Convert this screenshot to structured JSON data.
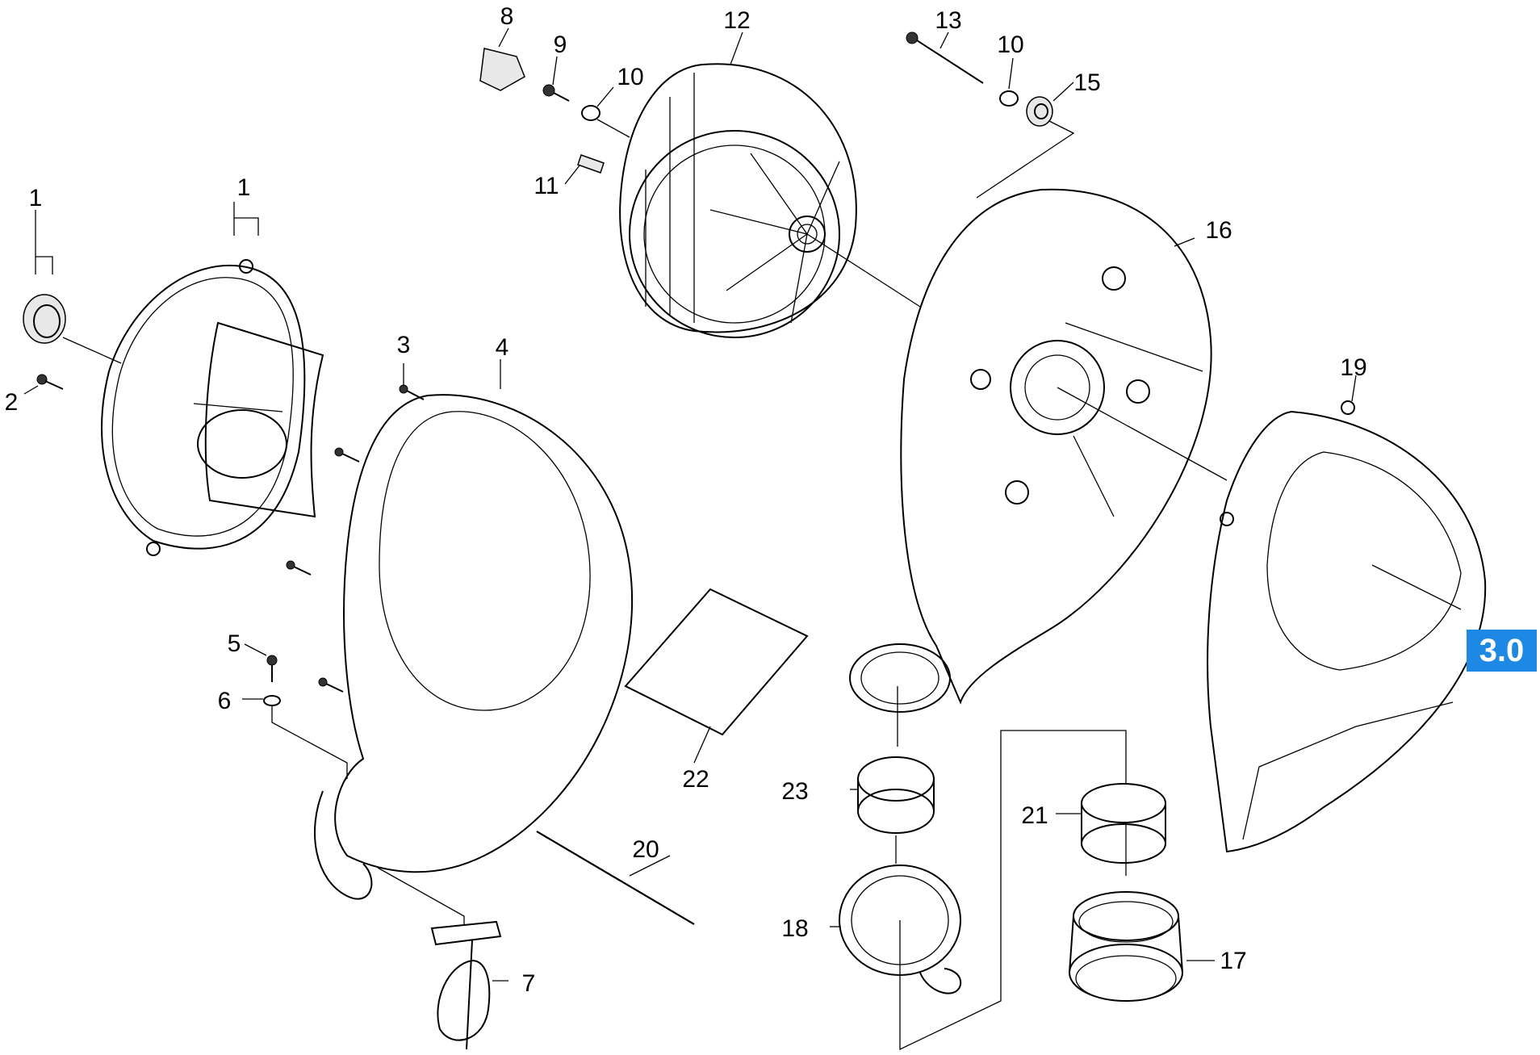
{
  "labels": {
    "l1a": "1",
    "l1b": "1",
    "l2": "2",
    "l3": "3",
    "l4": "4",
    "l5": "5",
    "l6": "6",
    "l7": "7",
    "l8": "8",
    "l9": "9",
    "l10a": "10",
    "l10b": "10",
    "l11": "11",
    "l12": "12",
    "l13": "13",
    "l15": "15",
    "l16": "16",
    "l17": "17",
    "l18": "18",
    "l19": "19",
    "l20": "20",
    "l21": "21",
    "l22": "22",
    "l23": "23"
  },
  "badge": "3.0",
  "colors": {
    "badge": "#1e88e5",
    "line": "#000000"
  }
}
